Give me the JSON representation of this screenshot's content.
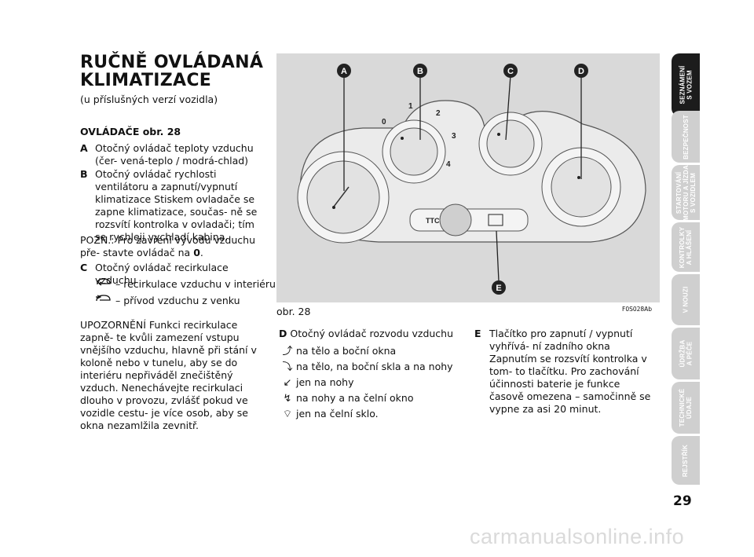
{
  "heading": {
    "title_line1": "RUČNĚ OVLÁDANÁ",
    "title_line2": "KLIMATIZACE",
    "subtitle": "(u příslušných verzí vozidla)"
  },
  "controls": {
    "label": "OVLÁDAČE obr. 28",
    "a": {
      "letter": "A",
      "text": "Otočný ovládač teploty vzduchu (čer- vená-teplo / modrá-chlad)"
    },
    "b": {
      "letter": "B",
      "text": "Otočný ovládač rychlosti ventilátoru a zapnutí/vypnutí klimatizace Stiskem ovladače se zapne klimatizace, součas- ně se rozsvítí kontrolka v ovladači; tím se rychleji vychladí kabina."
    },
    "note": "POZN.: Pro zavření vývodu vzduchu pře- stavte ovládač na",
    "note_bold": "0",
    "c": {
      "letter": "C",
      "text": "Otočný ovládač recirkulace vzduchu"
    },
    "c_recirc": "– recirkulace vzduchu v interiéru",
    "c_outside": "– přívod vzduchu z venku",
    "warning": "UPOZORNĚNÍ Funkci recirkulace zapně- te kvůli zamezení vstupu vnějšího vzduchu, hlavně při stání v koloně nebo v tunelu, aby se do interiéru nepřiváděl znečištěný vzduch. Nenechávejte recirkulaci dlouho v provozu, zvlášť pokud ve vozidle cestu- je více osob, aby se okna nezamlžila zevnitř."
  },
  "figure": {
    "caption": "obr. 28",
    "code": "F0S028Ab",
    "callouts": [
      "A",
      "B",
      "C",
      "D",
      "E"
    ],
    "fan_speeds": [
      "0",
      "1",
      "2",
      "3",
      "4"
    ],
    "ttc_label": "TTC"
  },
  "item_d": {
    "letter": "D",
    "text": "Otočný ovládač rozvodu vzduchu",
    "options": [
      "na tělo a boční okna",
      "na tělo, na boční skla a na nohy",
      "jen na nohy",
      "na nohy a na čelní okno",
      "jen na čelní sklo."
    ]
  },
  "item_e": {
    "letter": "E",
    "text": "Tlačítko pro zapnutí / vypnutí vyhřívá- ní zadního okna Zapnutím se rozsvítí kontrolka v tom- to tlačítku. Pro zachování účinnosti baterie je funkce časově omezena – samočinně se vypne za asi 20 minut."
  },
  "tabs": [
    {
      "label": "SEZNÁMENÍ\nS VOZEM",
      "active": true
    },
    {
      "label": "BEZPEČNOST",
      "active": false
    },
    {
      "label": "STARTOVÁNÍ\nMOTORU A JÍZDA\nS VOZIDLEM",
      "active": false
    },
    {
      "label": "KONTROLKY\nA HLÁŠENÍ",
      "active": false
    },
    {
      "label": "V NOUZI",
      "active": false
    },
    {
      "label": "ÚDRŽBA\nA PÉČE",
      "active": false
    },
    {
      "label": "TECHNICKÉ\nÚDAJE",
      "active": false
    },
    {
      "label": "REJSTŘÍK",
      "active": false
    }
  ],
  "page_number": "29",
  "watermark": "carmanualsonline.info"
}
